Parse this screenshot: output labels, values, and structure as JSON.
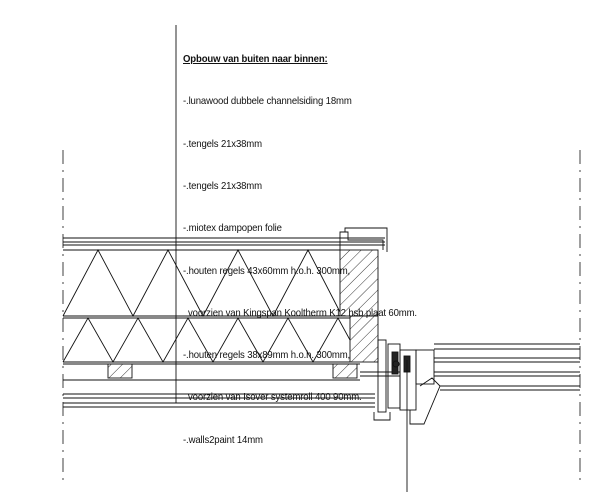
{
  "annotation": {
    "title": "Opbouw van buiten naar binnen:",
    "lines": [
      "-.lunawood dubbele channelsiding 18mm",
      "-.tengels 21x38mm",
      "-.tengels 21x38mm",
      "-.miotex dampopen folie",
      "-.houten regels 43x60mm h.o.h. 300mm,",
      "  voorzien van Kingspan Kooltherm K12 hsb plaat 60mm.",
      "-.houten regels 38x89mm h.o.h. 300mm,",
      "  voorzien van Isover systemroll 400 90mm.",
      "-.walls2paint 14mm"
    ]
  },
  "colors": {
    "line": "#111111",
    "hatch": "#222222",
    "background": "#ffffff"
  }
}
